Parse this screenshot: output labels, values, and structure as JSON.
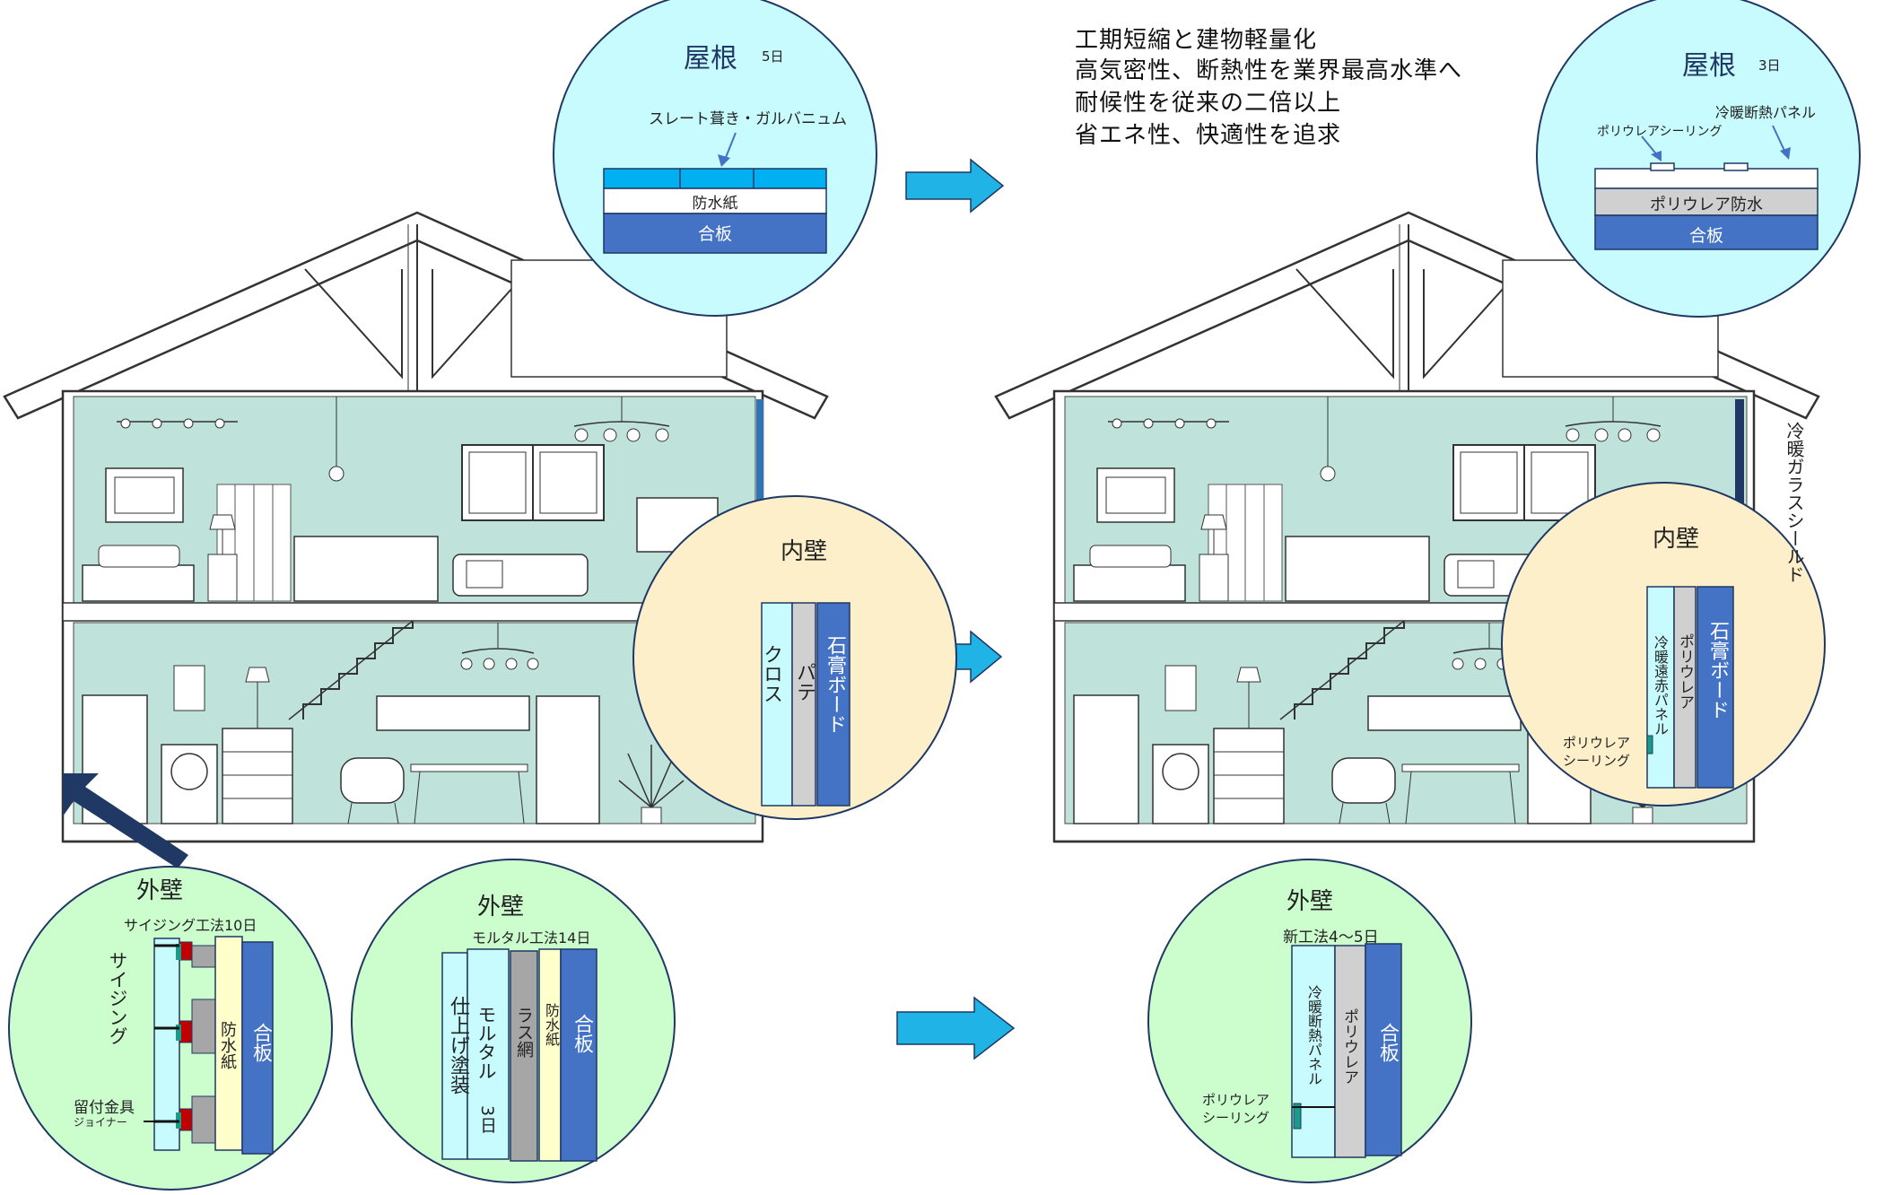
{
  "headline": [
    "工期短縮と建物軽量化",
    "高気密性、断熱性を業界最高水準へ",
    "耐候性を従来の二倍以上",
    "省エネ性、快適性を追求"
  ],
  "roof_before": {
    "title": "屋根",
    "days": "5日",
    "callout": "スレート葺き・ガルバニュム",
    "layer_waterproof": "防水紙",
    "layer_plywood": "合板"
  },
  "roof_after": {
    "title": "屋根",
    "days": "3日",
    "callout_sealing": "ポリウレアシーリング",
    "callout_panel": "冷暖断熱パネル",
    "layer_polyurea": "ポリウレア防水",
    "layer_plywood": "合板"
  },
  "inner_wall_before": {
    "title": "内壁",
    "layer_cloth": "クロス",
    "layer_putty": "パテ",
    "layer_gypsum": "石膏ボード"
  },
  "inner_wall_after": {
    "title": "内壁",
    "layer_panel": "冷暖遠赤パネル",
    "layer_polyurea": "ポリウレア",
    "layer_gypsum": "石膏ボード",
    "sealing_label": "ポリウレア\nシーリング"
  },
  "glass_shield": "冷暖ガラスシールド",
  "exterior_siding": {
    "title": "外壁",
    "method": "サイジング工法10日",
    "siding": "サイジング",
    "waterproof": "防水紙",
    "plywood": "合板",
    "fastener": "留付金具",
    "joiner": "ジョイナー"
  },
  "exterior_mortar": {
    "title": "外壁",
    "method": "モルタル工法14日",
    "finish": "仕上げ塗装",
    "mortar": "モルタル",
    "mortar_days": "3日",
    "lath": "ラス網",
    "waterproof": "防水紙",
    "plywood": "合板"
  },
  "exterior_new": {
    "title": "外壁",
    "method": "新工法4〜5日",
    "panel": "冷暖断熱パネル",
    "polyurea": "ポリウレア",
    "plywood": "合板",
    "sealing": "ポリウレア\nシーリング"
  },
  "colors": {
    "circle_cyan": "#c8fbfd",
    "circle_beige": "#fdefc9",
    "circle_green": "#ccfdcc",
    "navy": "#1f3864",
    "dark_blue": "#4472c4",
    "arrow_blue": "#1fb3e6",
    "wall_mint": "#bfe3da"
  }
}
